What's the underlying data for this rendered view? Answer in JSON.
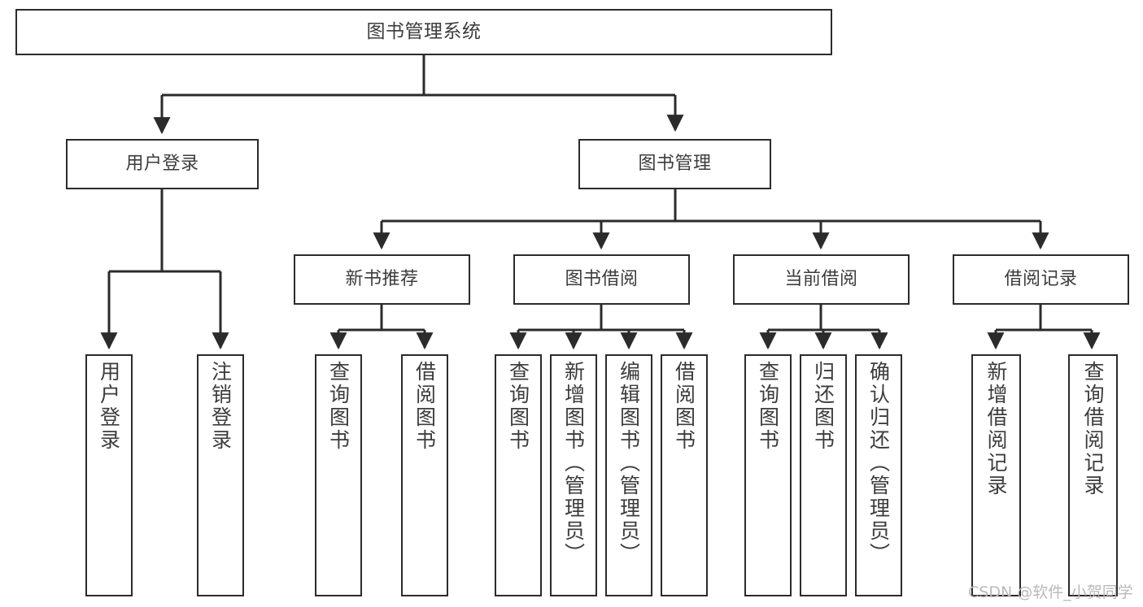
{
  "diagram": {
    "type": "tree",
    "title": "图书管理系统",
    "watermark": "CSDN @软件_小贺同学",
    "colors": {
      "box_border": "#2b2b2b",
      "text": "#3c3c3c",
      "connector": "#2b2b2b",
      "background": "#ffffff",
      "watermark": "#b9b9b9"
    },
    "nodes": {
      "root": {
        "label": "图书管理系统"
      },
      "level1": [
        {
          "label": "用户登录"
        },
        {
          "label": "图书管理"
        }
      ],
      "level2": [
        {
          "label": "新书推荐"
        },
        {
          "label": "图书借阅"
        },
        {
          "label": "当前借阅"
        },
        {
          "label": "借阅记录"
        }
      ],
      "leaves_user_login": [
        {
          "label": "用户登录"
        },
        {
          "label": "注销登录"
        }
      ],
      "leaves_new_book": [
        {
          "label": "查询图书"
        },
        {
          "label": "借阅图书"
        }
      ],
      "leaves_borrow": [
        {
          "label": "查询图书"
        },
        {
          "label": "新增图书（管理员）"
        },
        {
          "label": "编辑图书（管理员）"
        },
        {
          "label": "借阅图书"
        }
      ],
      "leaves_current": [
        {
          "label": "查询图书"
        },
        {
          "label": "归还图书"
        },
        {
          "label": "确认归还（管理员）"
        }
      ],
      "leaves_records": [
        {
          "label": "新增借阅记录"
        },
        {
          "label": "查询借阅记录"
        }
      ]
    }
  }
}
